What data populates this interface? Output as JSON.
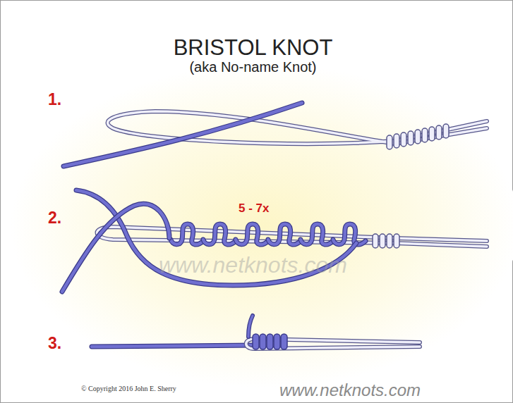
{
  "diagram": {
    "title": "BRISTOL KNOT",
    "labels": [
      "(aka No-name Knot)",
      "1.",
      "2.",
      "5 - 7x",
      "www.netknots.com",
      "3.",
      "© Copyright  2016  John E. Sherry",
      "www.netknots.com"
    ]
  }
}
